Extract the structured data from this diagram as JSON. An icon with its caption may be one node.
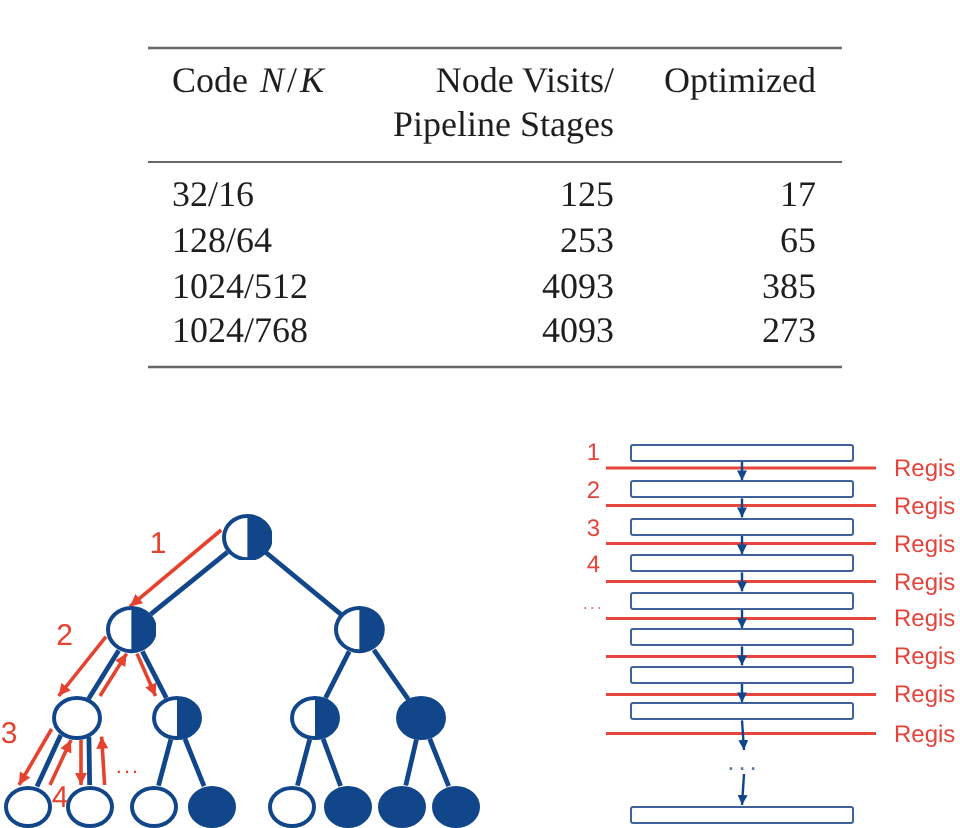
{
  "diagram": {
    "nodes": [
      {
        "text": [],
        "shape": "circle"
      },
      {
        "text": [],
        "shape": "circle"
      },
      {
        "text": [],
        "shape": "circle"
      },
      {
        "text": [],
        "shape": "circle"
      },
      {
        "text": [],
        "shape": "circle"
      },
      {
        "text": [],
        "shape": "circle"
      },
      {
        "text": [],
        "shape": "circle"
      },
      {
        "text": [],
        "shape": "circle"
      },
      {
        "text": [],
        "shape": "circle"
      },
      {
        "text": [],
        "shape": "circle"
      },
      {
        "text": [],
        "shape": "circle"
      },
      {
        "text": [],
        "shape": "circle"
      },
      {
        "text": [],
        "shape": "circle"
      },
      {
        "text": [],
        "shape": "circle"
      },
      {
        "text": [],
        "shape": "circle"
      },
      {
        "text": [],
        "shape": "box"
      },
      {
        "text": [],
        "shape": "box"
      },
      {
        "text": [],
        "shape": "box"
      },
      {
        "text": [],
        "shape": "box"
      },
      {
        "text": [],
        "shape": "box"
      },
      {
        "text": [],
        "shape": "box"
      },
      {
        "text": [],
        "shape": "box"
      },
      {
        "text": [],
        "shape": "box"
      },
      {
        "text": [
          "..."
        ]
      },
      {
        "text": [],
        "shape": "box"
      }
    ],
    "edges": [
      {
        "from": 0,
        "to": 1,
        "arrow": "none"
      },
      {
        "from": 0,
        "to": 2,
        "arrow": "none"
      },
      {
        "from": 1,
        "to": 3,
        "arrow": "none"
      },
      {
        "from": 1,
        "to": 4,
        "arrow": "none"
      },
      {
        "from": 2,
        "to": 5,
        "arrow": "none"
      },
      {
        "from": 2,
        "to": 6,
        "arrow": "none"
      },
      {
        "from": 3,
        "to": 7,
        "arrow": "none"
      },
      {
        "from": 3,
        "to": 8,
        "arrow": "none"
      },
      {
        "from": 4,
        "to": 9,
        "arrow": "none"
      },
      {
        "from": 4,
        "to": 10,
        "arrow": "none"
      },
      {
        "from": 5,
        "to": 11,
        "arrow": "none"
      },
      {
        "from": 5,
        "to": 12,
        "arrow": "none"
      },
      {
        "from": 6,
        "to": 13,
        "arrow": "none"
      },
      {
        "from": 6,
        "to": 14,
        "arrow": "none"
      },
      {
        "from": 15,
        "to": 16,
        "arrow": "to"
      },
      {
        "from": 16,
        "to": 17,
        "arrow": "to"
      },
      {
        "from": 17,
        "to": 18,
        "arrow": "to"
      },
      {
        "from": 18,
        "to": 19,
        "arrow": "to"
      },
      {
        "from": 19,
        "to": 20,
        "arrow": "to"
      },
      {
        "from": 20,
        "to": 21,
        "arrow": "to"
      },
      {
        "from": 21,
        "to": 22,
        "arrow": "to"
      },
      {
        "from": 22,
        "to": 23,
        "arrow": "to"
      },
      {
        "from": 23,
        "to": 24,
        "arrow": "to"
      },
      {
        "from": 0,
        "to": 1,
        "arrow": "to",
        "label": "1",
        "color": "#e5432f"
      },
      {
        "from": 1,
        "to": 3,
        "arrow": "to",
        "label": "2",
        "color": "#e5432f"
      },
      {
        "from": 3,
        "to": 1,
        "arrow": "to",
        "color": "#e5432f"
      },
      {
        "from": 1,
        "to": 4,
        "arrow": "to",
        "color": "#e5432f"
      },
      {
        "from": 3,
        "to": 7,
        "arrow": "to",
        "label": "3",
        "color": "#e5432f"
      },
      {
        "from": 7,
        "to": 3,
        "arrow": "to",
        "label": "4",
        "color": "#e5432f"
      },
      {
        "from": 3,
        "to": 8,
        "arrow": "to",
        "color": "#e5432f"
      },
      {
        "from": 8,
        "to": 3,
        "arrow": "to",
        "label": "...",
        "color": "#e5432f"
      }
    ],
    "labels": [
      "Code *N*/*K*",
      "Node Visits/ Pipeline Stages",
      "Optimized",
      "32/16",
      "125",
      "17",
      "128/64",
      "253",
      "65",
      "1024/512",
      "4093",
      "385",
      "1024/768",
      "4093",
      "273",
      "1",
      "Regis",
      "2",
      "Regis",
      "3",
      "Regis",
      "4",
      "Regis",
      "...",
      "Regis",
      "Regis",
      "Regis",
      "Regis"
    ]
  }
}
